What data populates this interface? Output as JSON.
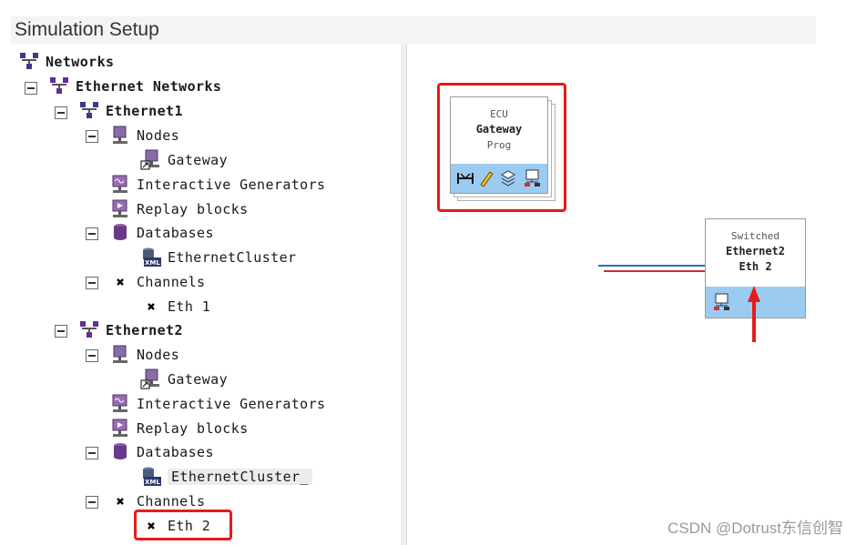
{
  "window": {
    "title": "Simulation Setup"
  },
  "tree": {
    "networks": "Networks",
    "ethernet_networks": "Ethernet Networks",
    "ethernet1": {
      "label": "Ethernet1",
      "nodes": "Nodes",
      "gateway": "Gateway",
      "interactive_generators": "Interactive Generators",
      "replay_blocks": "Replay blocks",
      "databases": "Databases",
      "cluster": "EthernetCluster",
      "channels": "Channels",
      "channel_item": "Eth 1"
    },
    "ethernet2": {
      "label": "Ethernet2",
      "nodes": "Nodes",
      "gateway": "Gateway",
      "interactive_generators": "Interactive Generators",
      "replay_blocks": "Replay blocks",
      "databases": "Databases",
      "cluster": "EthernetCluster_",
      "channels": "Channels",
      "channel_item": "Eth 2"
    }
  },
  "canvas": {
    "ecu_node": {
      "line1": "ECU",
      "line2": "Gateway",
      "line3": "Prog"
    },
    "switched_node": {
      "line1": "Switched",
      "line2": "Ethernet2",
      "line3": "Eth 2"
    },
    "connection_colors": [
      "#2b6cb0",
      "#c53030"
    ]
  },
  "annotations": {
    "color": "#e81a1a"
  },
  "watermark": "CSDN @Dotrust东信创智"
}
